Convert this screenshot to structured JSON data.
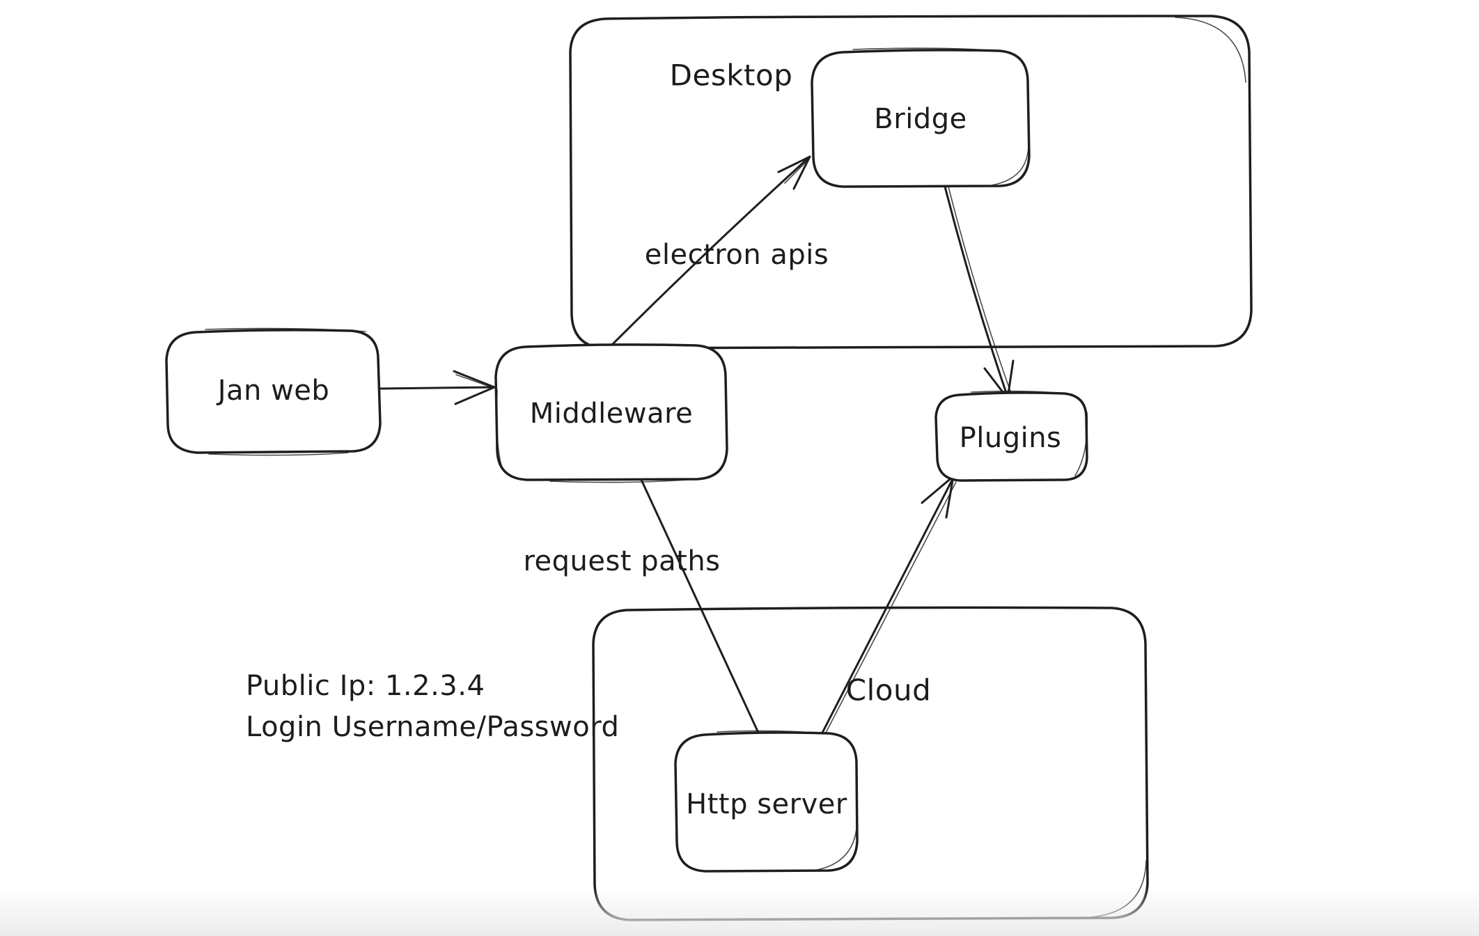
{
  "canvas": {
    "background": "#ffffff",
    "ink": "#1e1e1e",
    "bottom_fade": "#ececec"
  },
  "containers": [
    {
      "id": "desktop",
      "label": "Desktop"
    },
    {
      "id": "cloud",
      "label": "Cloud"
    }
  ],
  "nodes": [
    {
      "id": "jan-web",
      "label": "Jan web"
    },
    {
      "id": "middleware",
      "label": "Middleware"
    },
    {
      "id": "bridge",
      "label": "Bridge"
    },
    {
      "id": "plugins",
      "label": "Plugins"
    },
    {
      "id": "http-server",
      "label": "Http server"
    }
  ],
  "edges": [
    {
      "id": "jan-web-to-middleware",
      "from": "Jan web",
      "to": "Middleware",
      "label": "",
      "arrowhead": true
    },
    {
      "id": "middleware-to-bridge",
      "from": "Middleware",
      "to": "Bridge",
      "label": "electron apis",
      "arrowhead": true
    },
    {
      "id": "bridge-to-plugins",
      "from": "Bridge",
      "to": "Plugins",
      "label": "",
      "arrowhead": true
    },
    {
      "id": "middleware-to-http-server",
      "from": "Middleware",
      "to": "Http server",
      "label": "request paths",
      "arrowhead": false
    },
    {
      "id": "http-server-to-plugins",
      "from": "Http server",
      "to": "Plugins",
      "label": "",
      "arrowhead": true
    }
  ],
  "note": {
    "line1": "Public Ip: 1.2.3.4",
    "line2": "Login Username/Password"
  }
}
